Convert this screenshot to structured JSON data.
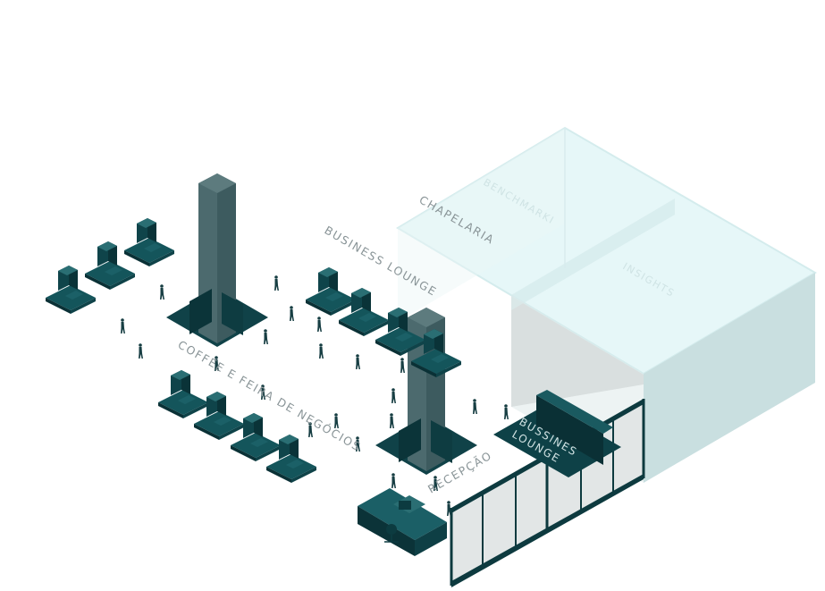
{
  "labels": {
    "chapelaria": "CHAPELARIA",
    "benchmarking": "BENCHMARKI",
    "insights": "INSIGHTS",
    "business_lounge": "BUSINESS LOUNGE",
    "coffee": "COFFEE E FEIRA DE NEGÓCIOS",
    "recepcao": "RECEPÇÃO",
    "bussines_lounge_a": "BUSSINES",
    "bussines_lounge_b": "LOUNGE"
  },
  "colors": {
    "teal_dark": "#0c3b40",
    "teal_mid": "#14555b",
    "teal_top": "#2a6e73",
    "pillar": "#4c6a6e",
    "glass_top": "#e4f6f7",
    "glass_side": "#cfe2e3",
    "grey_wall": "#c8c8c8",
    "text_grey": "#8a9598"
  }
}
